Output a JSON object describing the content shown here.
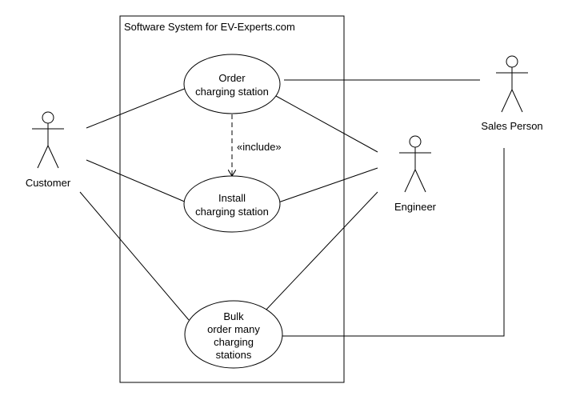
{
  "system": {
    "title": "Software System for EV-Experts.com"
  },
  "actors": {
    "customer": {
      "label": "Customer"
    },
    "engineer": {
      "label": "Engineer"
    },
    "sales_person": {
      "label": "Sales Person"
    }
  },
  "use_cases": {
    "order": {
      "lines": [
        "Order",
        "charging station"
      ]
    },
    "install": {
      "lines": [
        "Install",
        "charging station"
      ]
    },
    "bulk": {
      "lines": [
        "Bulk",
        "order many",
        "charging",
        "stations"
      ]
    }
  },
  "relations": {
    "include_label": "«include»"
  },
  "colors": {
    "line": "#000000",
    "background": "#ffffff"
  }
}
